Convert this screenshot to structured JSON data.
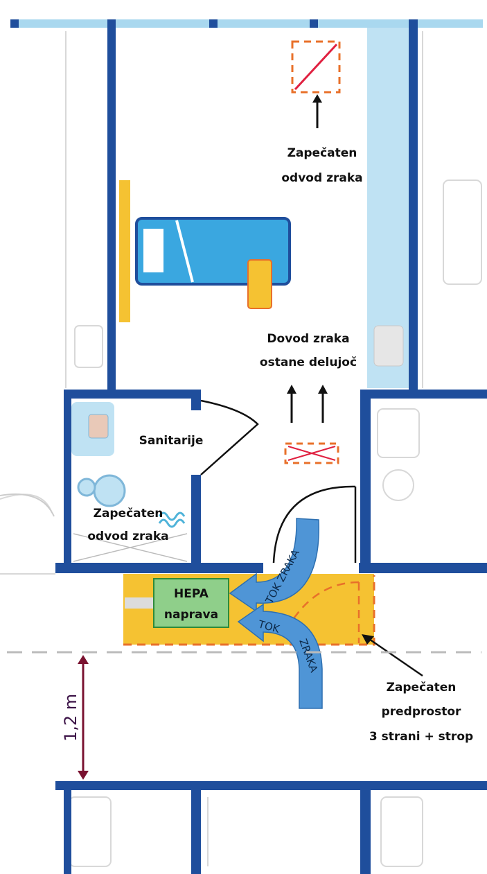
{
  "labels": {
    "exhaust_top_line1": "Zapečaten",
    "exhaust_top_line2": "odvod zraka",
    "supply_line1": "Dovod zraka",
    "supply_line2": "ostane delujoč",
    "sanitary": "Sanitarije",
    "exhaust_bath_line1": "Zapečaten",
    "exhaust_bath_line2": "odvod zraka",
    "hepa_line1": "HEPA",
    "hepa_line2": "naprava",
    "airflow_upper": "TOK ZRAKA",
    "airflow_lower_1": "TOK",
    "airflow_lower_2": "ZRAKA",
    "anteroom_line1": "Zapečaten",
    "anteroom_line2": "predprostor",
    "anteroom_line3": "3 strani + strop",
    "distance": "1,2 m"
  },
  "colors": {
    "wall": "#1f4e9c",
    "window": "#a9d8ef",
    "anteroom": "#f5c232",
    "sealed": "#e8702a",
    "hepa": "#8fcf8a",
    "airflow": "#4f95d6",
    "dimension": "#7a1230"
  }
}
